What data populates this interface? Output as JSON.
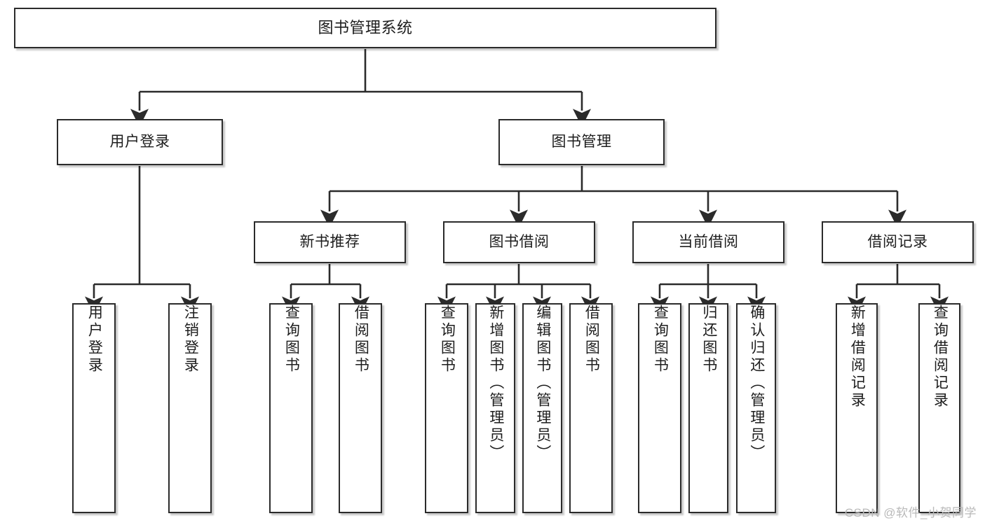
{
  "diagram": {
    "title": "图书管理系统",
    "type": "tree",
    "colors": {
      "box_border": "#2b2b2b",
      "box_fill": "#ffffff",
      "connector": "#2b2b2b",
      "text": "#1d1d1d",
      "watermark": "#b9b9b9"
    },
    "root": {
      "label": "图书管理系统"
    },
    "level2": [
      {
        "id": "user-login",
        "label": "用户登录"
      },
      {
        "id": "book-manage",
        "label": "图书管理"
      }
    ],
    "level3": [
      {
        "id": "new-book-recommend",
        "label": "新书推荐"
      },
      {
        "id": "book-borrow",
        "label": "图书借阅"
      },
      {
        "id": "current-borrow",
        "label": "当前借阅"
      },
      {
        "id": "borrow-record",
        "label": "借阅记录"
      }
    ],
    "leaves": {
      "user_login": [
        {
          "id": "leaf-user-login",
          "label": "用户登录"
        },
        {
          "id": "leaf-logout-login",
          "label": "注销登录"
        }
      ],
      "new_book_recommend": [
        {
          "id": "leaf-query-book-1",
          "label": "查询图书"
        },
        {
          "id": "leaf-borrow-book-1",
          "label": "借阅图书"
        }
      ],
      "book_borrow": [
        {
          "id": "leaf-query-book-2",
          "label": "查询图书"
        },
        {
          "id": "leaf-add-book",
          "label": "新增图书（管理员）"
        },
        {
          "id": "leaf-edit-book",
          "label": "编辑图书（管理员）"
        },
        {
          "id": "leaf-borrow-book-2",
          "label": "借阅图书"
        }
      ],
      "current_borrow": [
        {
          "id": "leaf-query-book-3",
          "label": "查询图书"
        },
        {
          "id": "leaf-return-book",
          "label": "归还图书"
        },
        {
          "id": "leaf-confirm-return",
          "label": "确认归还（管理员）"
        }
      ],
      "borrow_record": [
        {
          "id": "leaf-add-record",
          "label": "新增借阅记录"
        },
        {
          "id": "leaf-query-record",
          "label": "查询借阅记录"
        }
      ]
    }
  },
  "watermark": {
    "text": "CSDN @软件_小贺同学"
  }
}
